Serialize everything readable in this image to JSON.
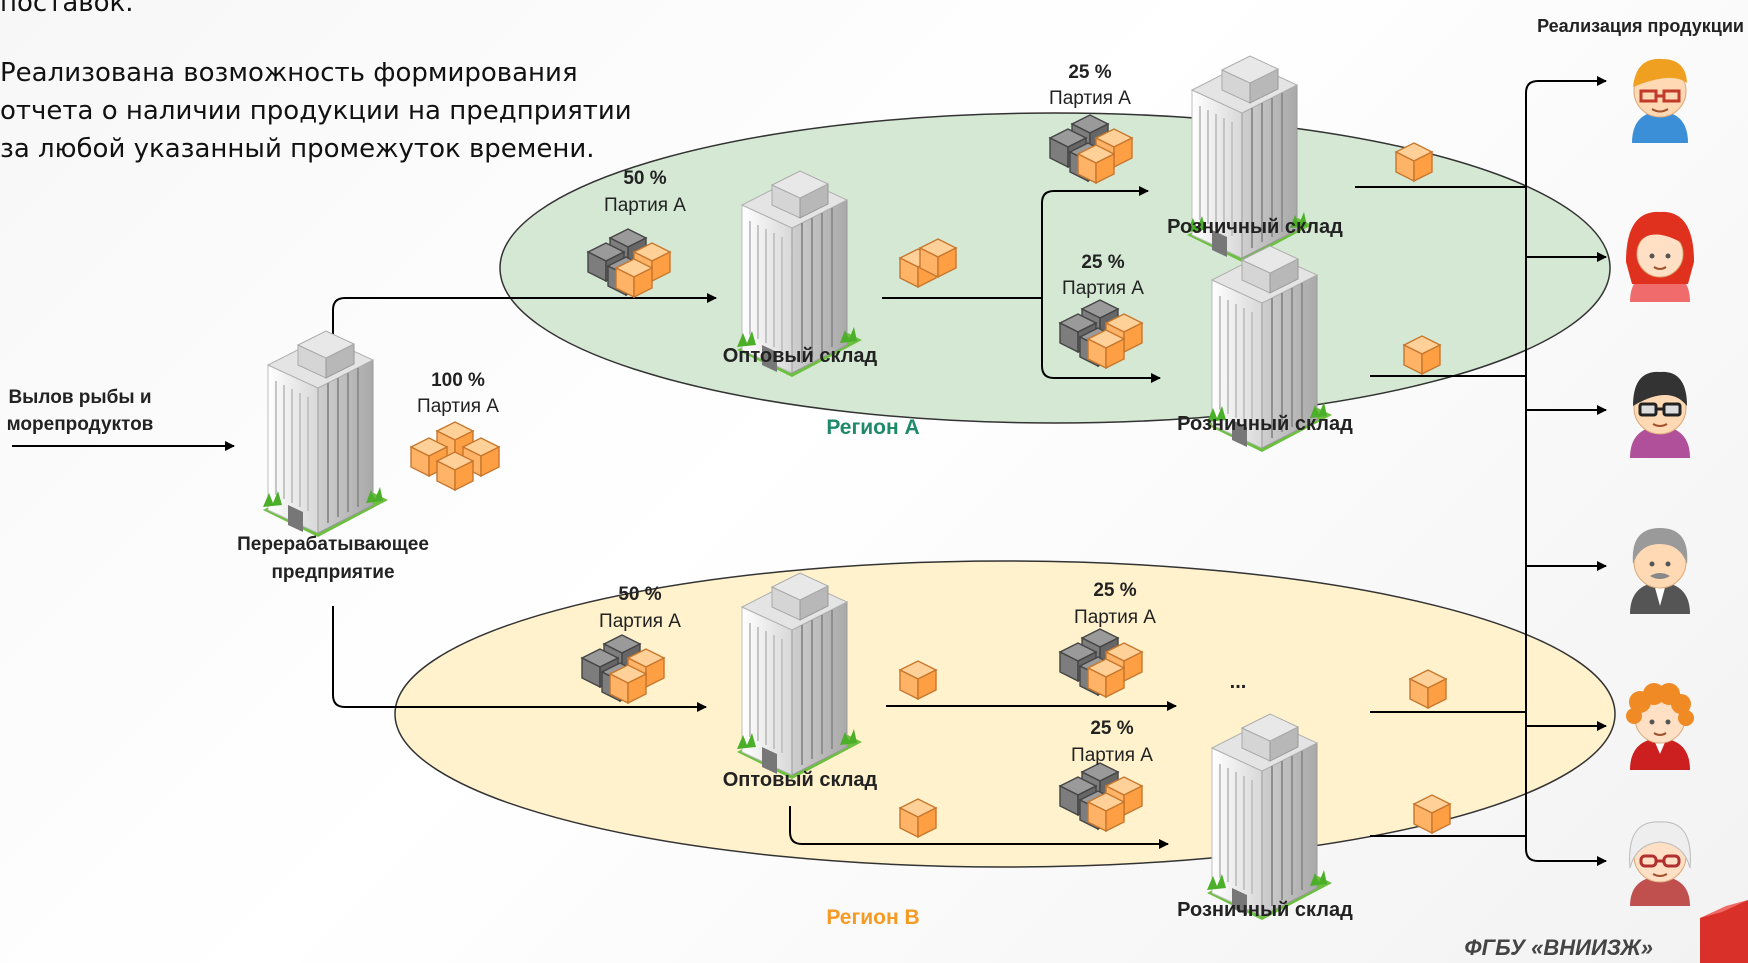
{
  "intro": {
    "line1": "поставок.",
    "paragraph": "Реализована возможность формирования отчета о наличии продукции на предприятии за любой указанный промежуток времени."
  },
  "sales_title": "Реализация продукции",
  "input_label": [
    "Вылов рыбы и",
    "морепродуктов"
  ],
  "processor": {
    "label": [
      "Перерабатывающее",
      "предприятие"
    ],
    "percent": "100 %",
    "batch": "Партия А"
  },
  "region_a": {
    "name": "Регион А",
    "color": "#d5e8d4",
    "title_color": "#1f8a6a",
    "wholesale": {
      "label": "Оптовый склад",
      "percent": "50 %",
      "batch": "Партия А"
    },
    "retail": [
      {
        "label": "Розничный склад",
        "percent": "25 %",
        "batch": "Партия А"
      },
      {
        "label": "Розничный склад",
        "percent": "25 %",
        "batch": "Партия А"
      }
    ]
  },
  "region_b": {
    "name": "Регион В",
    "color": "#fff2cc",
    "title_color": "#f59a23",
    "wholesale": {
      "label": "Оптовый склад",
      "percent": "50 %",
      "batch": "Партия А"
    },
    "retail": [
      {
        "label": "...",
        "percent": "25 %",
        "batch": "Партия А"
      },
      {
        "label": "Розничный склад",
        "percent": "25 %",
        "batch": "Партия А"
      }
    ]
  },
  "customers": [
    "customer-glasses-icon",
    "customer-redhair-icon",
    "customer-dark-glasses-icon",
    "customer-elder-icon",
    "customer-curly-icon",
    "customer-grandma-icon"
  ],
  "footer": "ФГБУ «ВНИИЗЖ»"
}
